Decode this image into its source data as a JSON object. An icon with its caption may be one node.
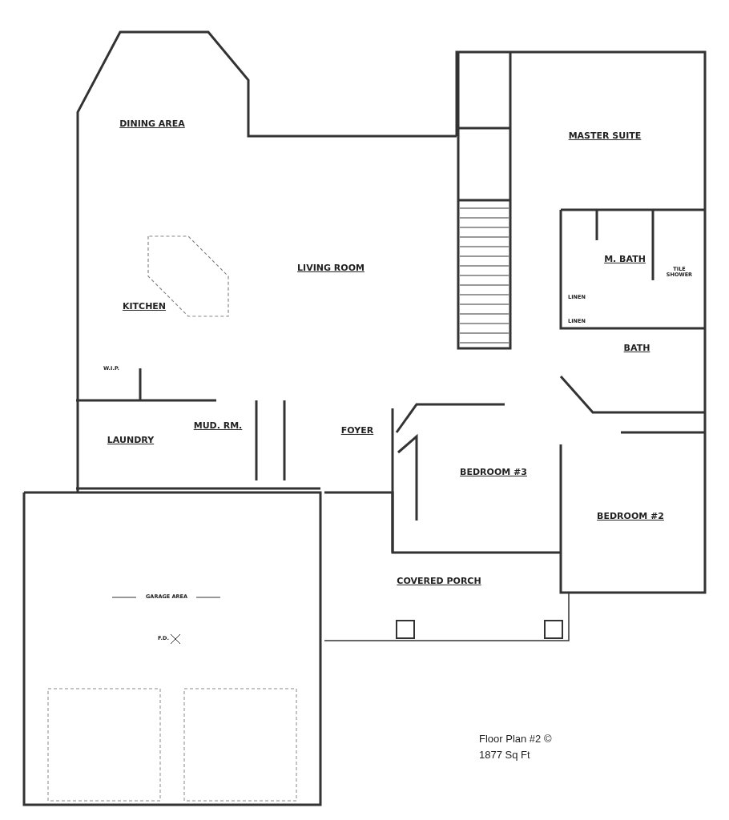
{
  "diagram": {
    "labels": [
      "DINING AREA",
      "MASTER SUITE",
      "LIVING ROOM",
      "M. BATH",
      "TILE SHOWER",
      "KITCHEN",
      "LINEN",
      "LINEN",
      "BATH",
      "W.I.P.",
      "MUD. RM.",
      "FOYER",
      "LAUNDRY",
      "BEDROOM #3",
      "BEDROOM #2",
      "COVERED PORCH",
      "GARAGE AREA",
      "F.D.",
      "Floor Plan #2 ©",
      "1877 Sq Ft"
    ]
  }
}
